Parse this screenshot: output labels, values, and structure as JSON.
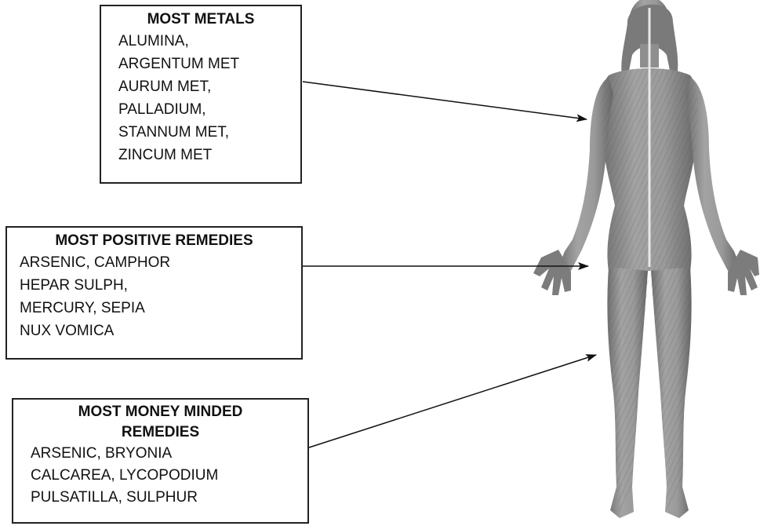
{
  "boxes": {
    "metals": {
      "title": "MOST METALS",
      "items": [
        "ALUMINA,",
        "ARGENTUM MET",
        "AURUM MET,",
        "PALLADIUM,",
        "STANNUM MET,",
        "ZINCUM MET"
      ]
    },
    "positive": {
      "title": "MOST POSITIVE REMEDIES",
      "items": [
        "ARSENIC, CAMPHOR",
        "HEPAR SULPH,",
        "MERCURY, SEPIA",
        "NUX VOMICA"
      ]
    },
    "money": {
      "title_line1": "MOST MONEY MINDED",
      "title_line2": "REMEDIES",
      "items": [
        "ARSENIC, BRYONIA",
        "CALCAREA, LYCOPODIUM",
        "PULSATILLA, SULPHUR"
      ]
    }
  },
  "colors": {
    "border": "#222222",
    "figure": "#8a8a8a",
    "figure_dark": "#5e5e5e",
    "arrow": "#111111"
  }
}
